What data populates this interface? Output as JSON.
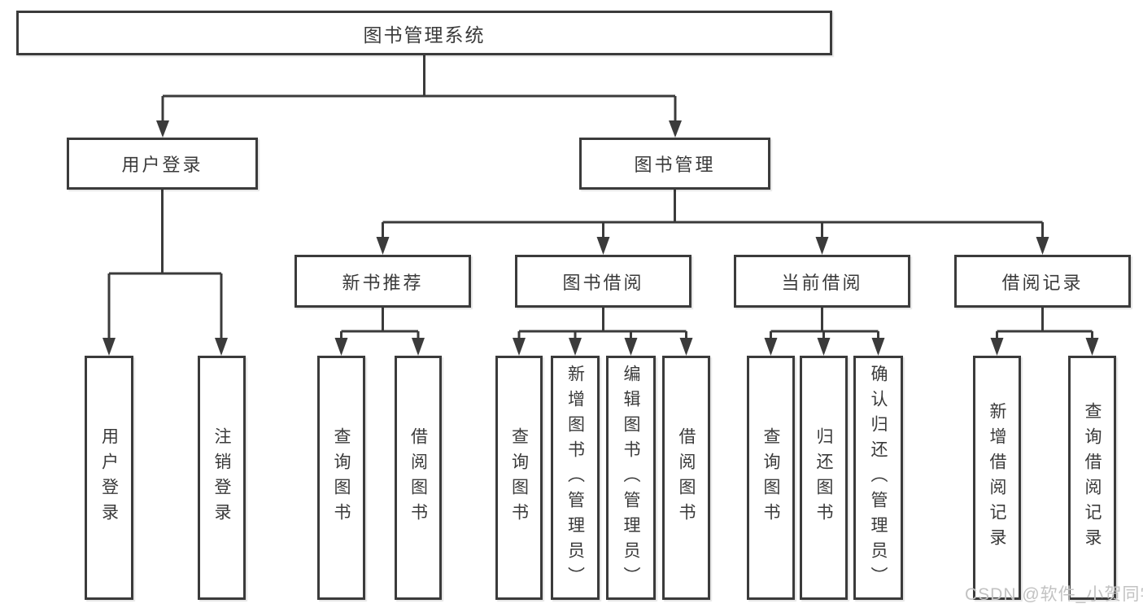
{
  "diagram": {
    "root": {
      "label": "图书管理系统"
    },
    "branches": [
      {
        "label": "用户登录",
        "children": [
          {
            "label": "用户登录"
          },
          {
            "label": "注销登录"
          }
        ]
      },
      {
        "label": "图书管理",
        "sections": [
          {
            "label": "新书推荐",
            "children": [
              {
                "label": "查询图书"
              },
              {
                "label": "借阅图书"
              }
            ]
          },
          {
            "label": "图书借阅",
            "children": [
              {
                "label": "查询图书"
              },
              {
                "label": "新增图书（管理员）"
              },
              {
                "label": "编辑图书（管理员）"
              },
              {
                "label": "借阅图书"
              }
            ]
          },
          {
            "label": "当前借阅",
            "children": [
              {
                "label": "查询图书"
              },
              {
                "label": "归还图书"
              },
              {
                "label": "确认归还（管理员）"
              }
            ]
          },
          {
            "label": "借阅记录",
            "children": [
              {
                "label": "新增借阅记录"
              },
              {
                "label": "查询借阅记录"
              }
            ]
          }
        ]
      }
    ]
  },
  "watermark": {
    "text": "CSDN @软件_小贺同学"
  },
  "colors": {
    "line": "#3b3b3b",
    "text": "#3a3a3a",
    "watermark": "#c2c2c2",
    "background": "#ffffff"
  }
}
